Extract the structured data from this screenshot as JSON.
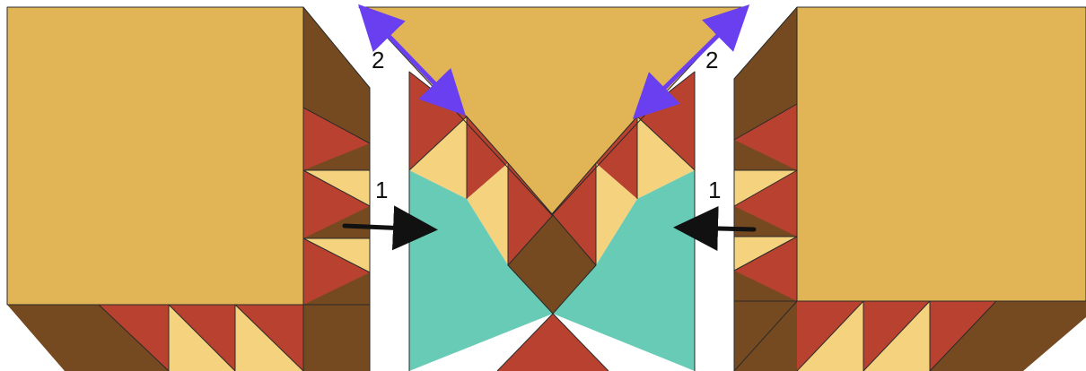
{
  "labels": {
    "step_1": "1",
    "step_2": "2"
  },
  "colors": {
    "gold": "#E1B556",
    "light_yellow": "#F5D27D",
    "rust": "#B8412F",
    "brown": "#764A20",
    "teal": "#67CBB6",
    "white": "#FFFFFF",
    "arrow_black": "#111111",
    "arrow_purple": "#6A3FF0",
    "outline": "#2A2A2A",
    "label_text": "#111111"
  },
  "icons": {
    "step_1_arrow": "black-arrow",
    "step_2_arrow": "purple-double-arrow"
  }
}
